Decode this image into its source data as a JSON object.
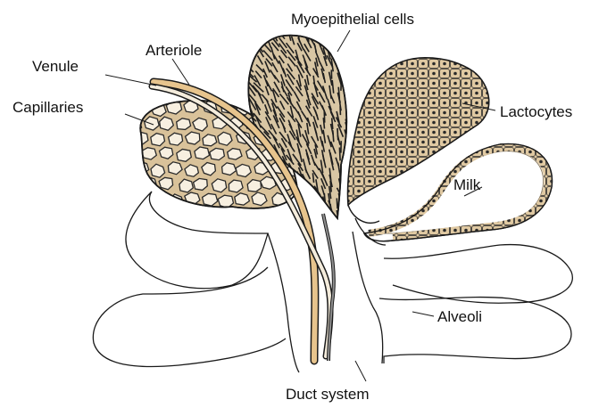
{
  "labels": {
    "myoepithelial": "Myoepithelial cells",
    "arteriole": "Arteriole",
    "venule": "Venule",
    "capillaries": "Capillaries",
    "lactocytes": "Lactocytes",
    "milk": "Milk",
    "alveoli": "Alveoli",
    "duct": "Duct system"
  },
  "colors": {
    "line": "#1a1a1a",
    "tan": "#dcc29a",
    "arteriole_fill": "#e7c48d",
    "venule_fill": "#f4ecdc",
    "background": "#ffffff"
  }
}
